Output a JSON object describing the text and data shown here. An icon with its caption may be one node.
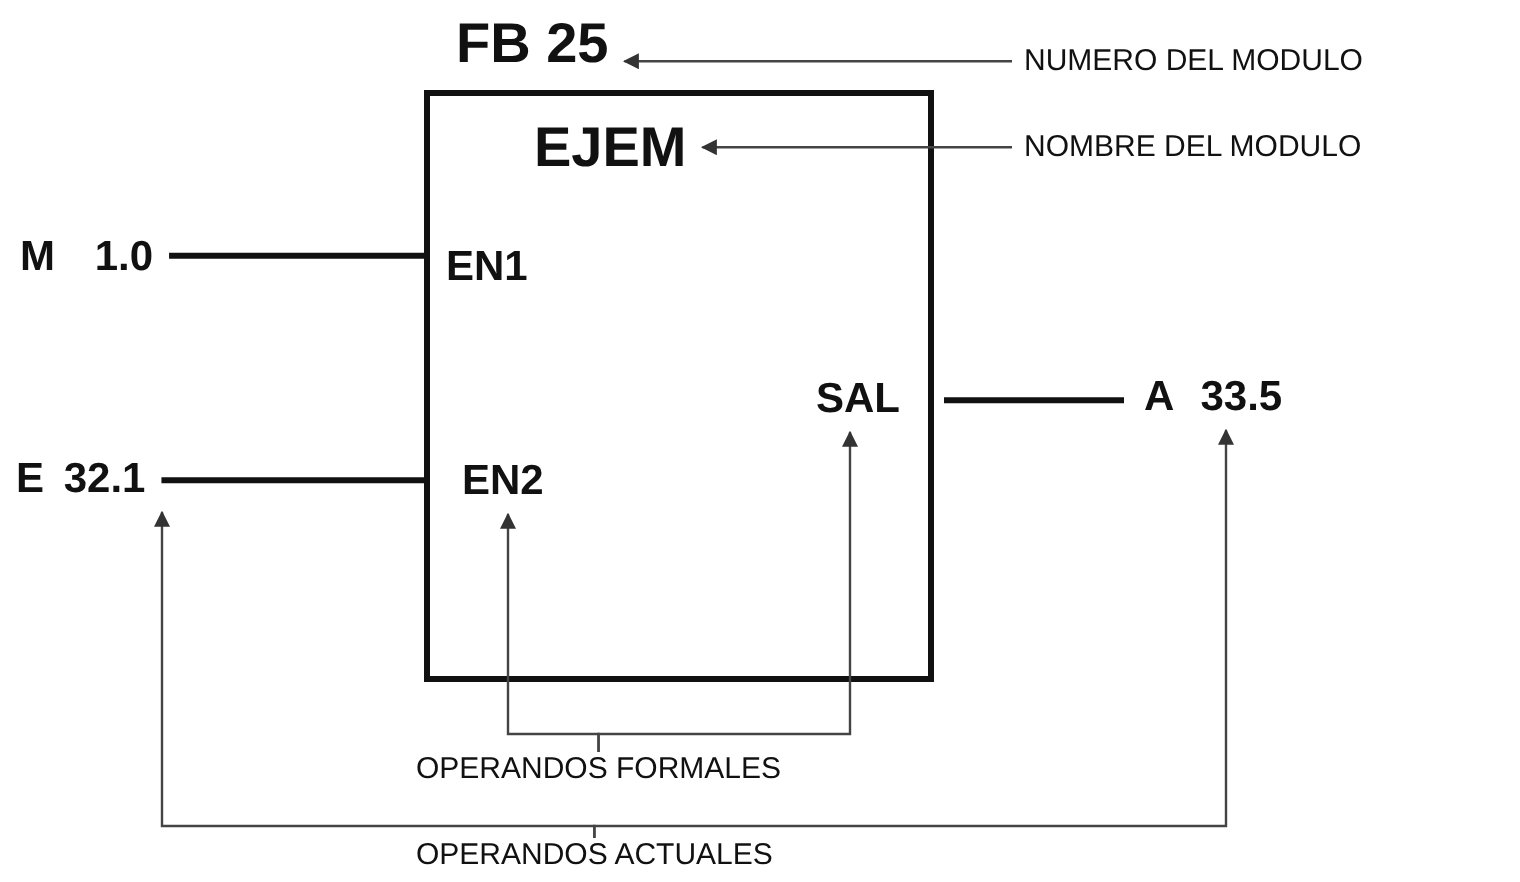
{
  "diagram": {
    "nodes": [
      {
        "text": [
          "FB 25"
        ]
      },
      {
        "text": [],
        "shape": "box"
      },
      {
        "text": [
          "EJEM"
        ],
        "in": 1
      },
      {
        "text": [
          "NUMERO DEL MODULO"
        ]
      },
      {
        "text": [
          "NOMBRE DEL MODULO"
        ]
      },
      {
        "text": [
          "M 1.0"
        ]
      },
      {
        "text": [
          "EN1"
        ],
        "in": 1
      },
      {
        "text": [
          "SAL"
        ],
        "in": 1
      },
      {
        "text": [
          "A 33.5"
        ]
      },
      {
        "text": [
          "E 32.1"
        ]
      },
      {
        "text": [
          "EN2"
        ],
        "in": 1
      },
      {
        "text": [
          "OPERANDOS FORMALES"
        ]
      },
      {
        "text": [
          "OPERANDOS ACTUALES"
        ]
      }
    ],
    "edges": [
      {
        "from": 3,
        "to": 0,
        "arrow": "to"
      },
      {
        "from": 4,
        "to": 2,
        "arrow": "to"
      },
      {
        "from": 5,
        "to": 6,
        "arrow": "none",
        "style": "thick"
      },
      {
        "from": 7,
        "to": 8,
        "arrow": "none",
        "style": "thick"
      },
      {
        "from": 9,
        "to": 10,
        "arrow": "none",
        "style": "thick"
      },
      {
        "from": 11,
        "to": 10,
        "arrow": "to"
      },
      {
        "from": 11,
        "to": 7,
        "arrow": "to"
      },
      {
        "from": 12,
        "to": 9,
        "arrow": "to"
      },
      {
        "from": 12,
        "to": 8,
        "arrow": "to"
      }
    ]
  }
}
